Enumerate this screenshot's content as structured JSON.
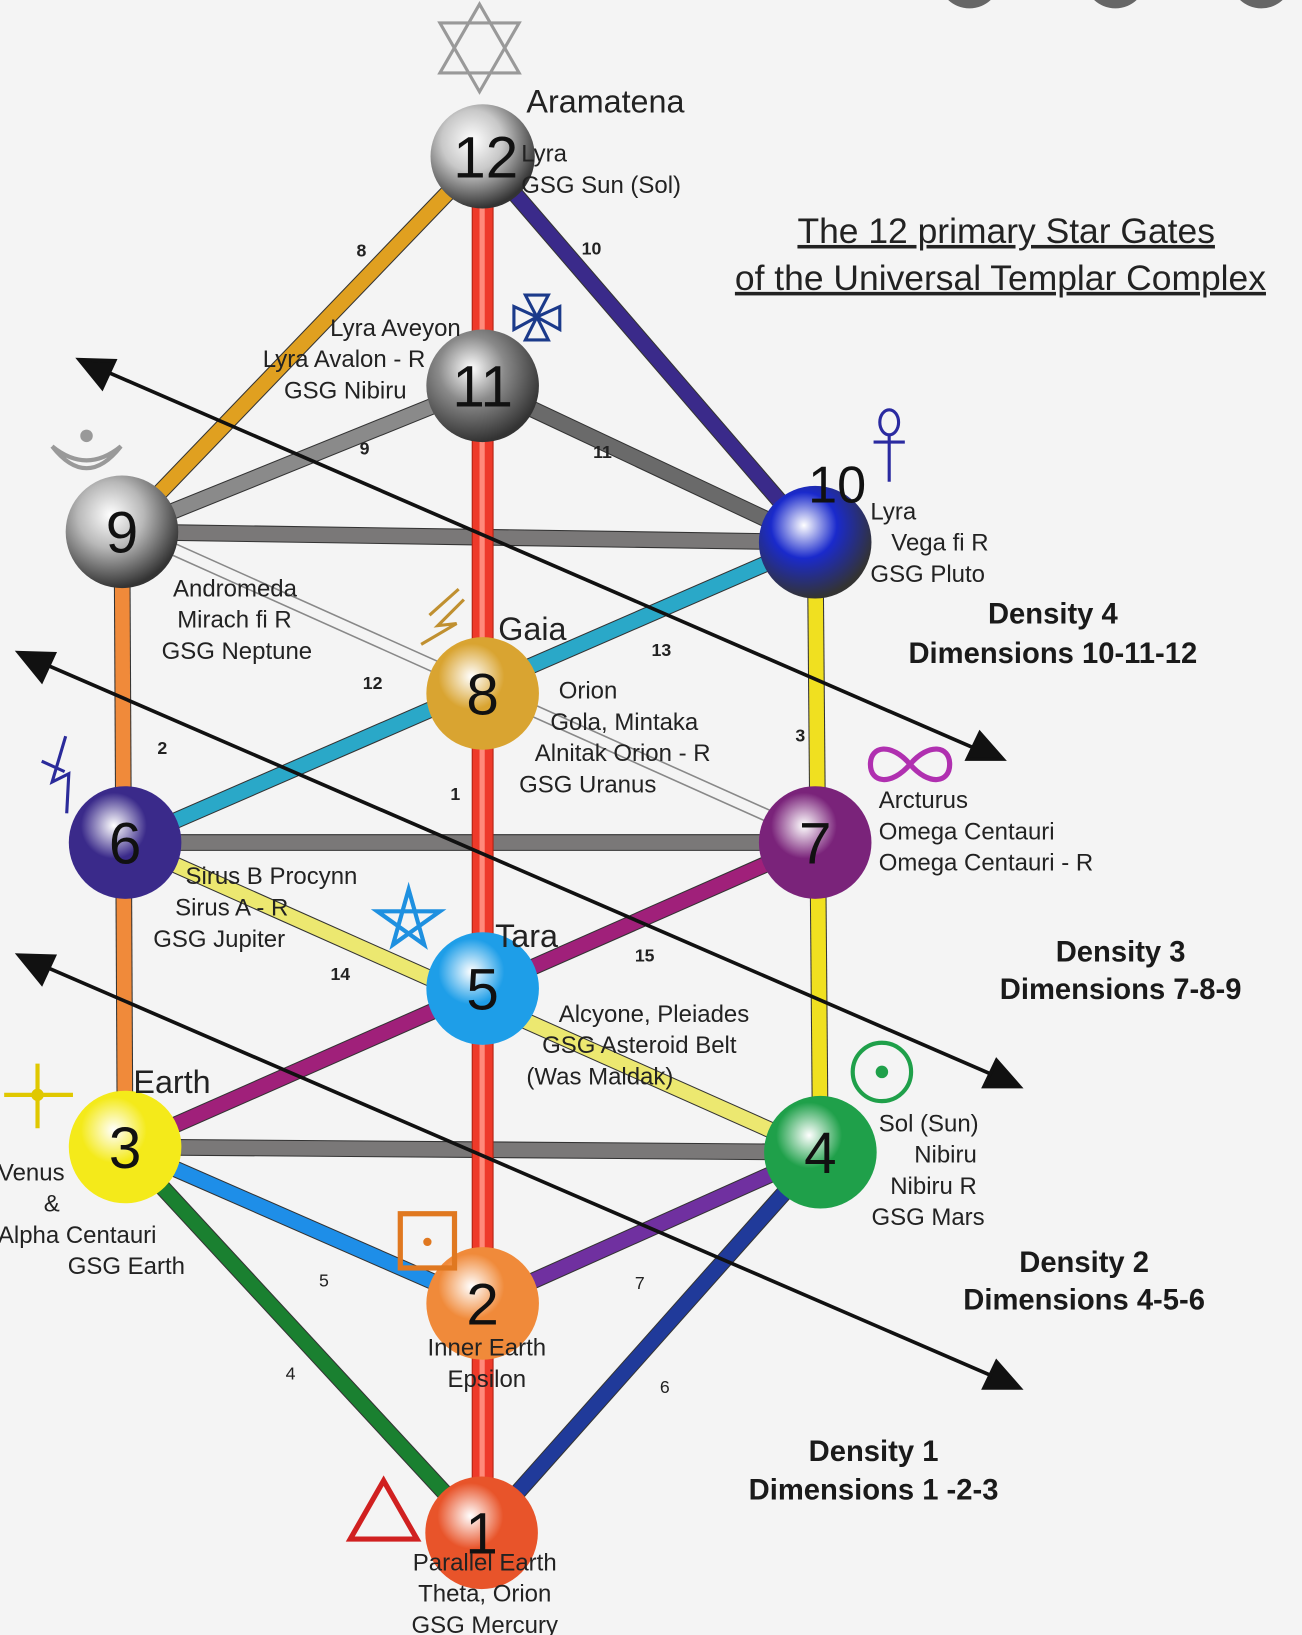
{
  "title": {
    "line1": "The 12 primary Star Gates",
    "line2": "of the Universal Templar Complex"
  },
  "nodes": [
    {
      "n": "1",
      "color": "#e8542a"
    },
    {
      "n": "2",
      "color": "#f08a3a"
    },
    {
      "n": "3",
      "color": "#f4ea1a"
    },
    {
      "n": "4",
      "color": "#1fa04a"
    },
    {
      "n": "5",
      "color": "#1e9ee8"
    },
    {
      "n": "6",
      "color": "#3a2a8a"
    },
    {
      "n": "7",
      "color": "#7a237a"
    },
    {
      "n": "8",
      "color": "#d9a431"
    },
    {
      "n": "9",
      "color": "#b8b8b8"
    },
    {
      "n": "10",
      "color": "#1a2acc"
    },
    {
      "n": "11",
      "color": "#8a8a8a"
    },
    {
      "n": "12",
      "color": "#c8c8c8"
    }
  ],
  "labels": {
    "n12": {
      "name": "Aramatena",
      "l1": "Lyra",
      "l2": "GSG Sun (Sol)"
    },
    "n11": {
      "l1": "Lyra Aveyon",
      "l2": "Lyra Avalon - R",
      "l3": "GSG Nibiru"
    },
    "n10": {
      "num": "10",
      "l1": "Lyra",
      "l2": "Vega fi R",
      "l3": "GSG Pluto"
    },
    "n9": {
      "l1": "Andromeda",
      "l2": "Mirach fi R",
      "l3": "GSG Neptune"
    },
    "n8": {
      "name": "Gaia",
      "l1": "Orion",
      "l2": "Gola, Mintaka",
      "l3": "Alnitak Orion - R",
      "l4": "GSG Uranus"
    },
    "n7": {
      "l1": "Arcturus",
      "l2": "Omega Centauri",
      "l3": "Omega Centauri - R"
    },
    "n6": {
      "l1": "Sirus B Procynn",
      "l2": "Sirus A - R",
      "l3": "GSG Jupiter"
    },
    "n5": {
      "name": "Tara",
      "l1": "Alcyone, Pleiades",
      "l2": "GSG Asteroid Belt",
      "l3": "(Was Maldak)"
    },
    "n4": {
      "l1": "Sol (Sun)",
      "l2": "Nibiru",
      "l3": "Nibiru R",
      "l4": "GSG Mars"
    },
    "n3": {
      "name": "Earth",
      "l1": "Venus",
      "l2": "&",
      "l3": "Alpha Centauri",
      "l4": "GSG Earth"
    },
    "n2": {
      "l1": "Inner Earth",
      "l2": "Epsilon"
    },
    "n1": {
      "l1": "Parallel Earth",
      "l2": "Theta, Orion",
      "l3": "GSG Mercury"
    }
  },
  "densities": [
    {
      "name": "Density 4",
      "dims": "Dimensions 10-11-12"
    },
    {
      "name": "Density 3",
      "dims": "Dimensions 7-8-9"
    },
    {
      "name": "Density 2",
      "dims": "Dimensions 4-5-6"
    },
    {
      "name": "Density 1",
      "dims": "Dimensions 1 -2-3"
    }
  ],
  "path_numbers": [
    "1",
    "2",
    "3",
    "4",
    "5",
    "6",
    "7",
    "8",
    "9",
    "10",
    "11",
    "12",
    "13",
    "14",
    "15"
  ],
  "symbols": [
    "star-of-david-icon",
    "cross-pattee-icon",
    "crescent-moon-icon",
    "ankh-icon",
    "lightning-icon",
    "infinity-icon",
    "pentagram-icon",
    "blue-glyph-icon",
    "yellow-cross-icon",
    "sun-circle-icon",
    "square-dot-icon",
    "triangle-icon"
  ]
}
